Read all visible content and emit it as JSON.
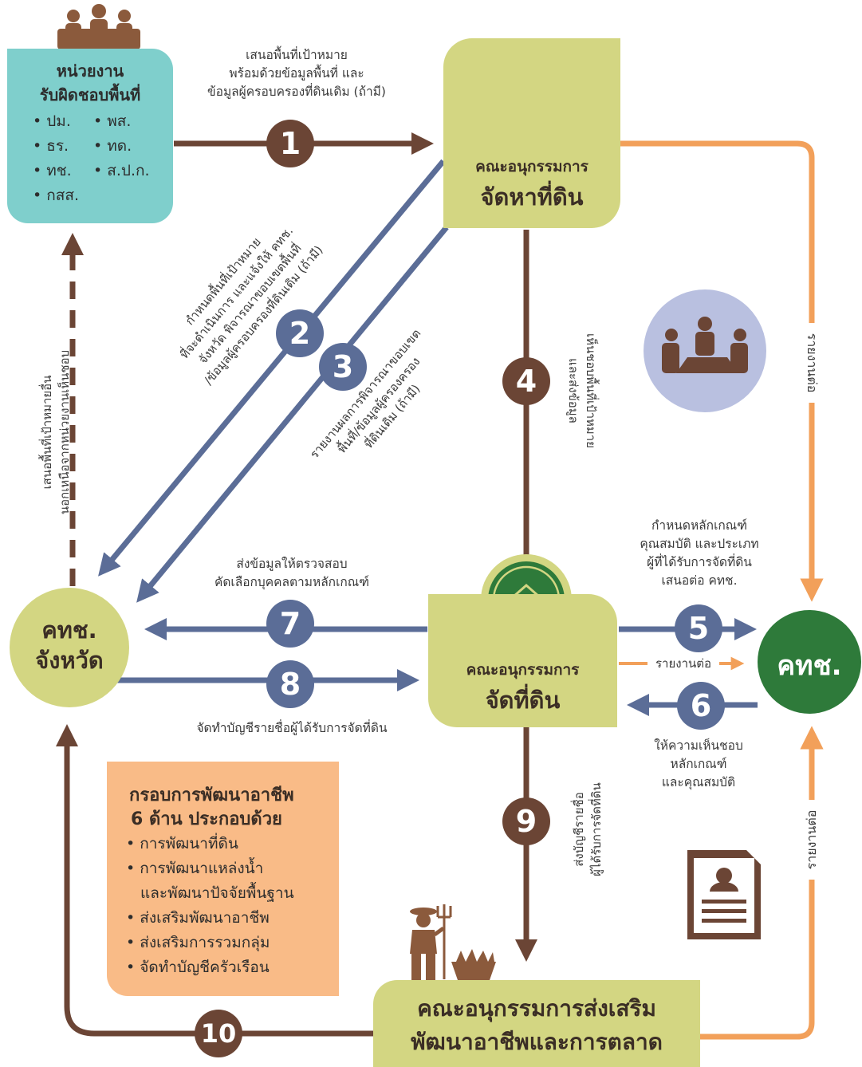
{
  "nodes": {
    "agencies": {
      "title_line1": "หน่วยงาน",
      "title_line2": "รับผิดชอบพื้นที่",
      "items": [
        "• ปม.",
        "• พส.",
        "• ธร.",
        "• ทด.",
        "• ทช.",
        "• ส.ป.ก.",
        "• กสส."
      ]
    },
    "land_finding": {
      "line1": "คณะอนุกรรมการ",
      "line2": "จัดหาที่ดิน"
    },
    "land_allocation": {
      "line1": "คณะอนุกรรมการ",
      "line2": "จัดที่ดิน"
    },
    "provincial": {
      "line1": "คทช.",
      "line2": "จังหวัด"
    },
    "national": {
      "label": "คทช."
    },
    "promotion": {
      "line1": "คณะอนุกรรมการส่งเสริม",
      "line2": "พัฒนาอาชีพและการตลาด"
    }
  },
  "steps": {
    "s1": {
      "number": "1",
      "label": [
        "เสนอพื้นที่เป้าหมาย",
        "พร้อมด้วยข้อมูลพื้นที่ และ",
        "ข้อมูลผู้ครอบครองที่ดินเดิม (ถ้ามี)"
      ]
    },
    "s2": {
      "number": "2",
      "label": [
        "กำหนดพื้นที่เป้าหมาย",
        "ที่จะดำเนินการ และแจ้งให้ คทช.",
        "จังหวัด พิจารณาขอบเขตพื้นที่",
        "/ข้อมูลผู้ครอบครองที่ดินเดิม (ถ้ามี)"
      ]
    },
    "s3": {
      "number": "3",
      "label": [
        "รายงานผลการพิจารณาขอบเขต",
        "พื้นที่/ข้อมูลผู้ครองครอง",
        "ที่ดินเดิม (ถ้ามี)"
      ]
    },
    "s4": {
      "number": "4",
      "label": [
        "เห็นชอบพื้นที่เป้าหมาย",
        "และส่งข้อมูล"
      ]
    },
    "s5": {
      "number": "5",
      "label": [
        "กำหนดหลักเกณฑ์",
        "คุณสมบัติ และประเภท",
        "ผู้ที่ได้รับการจัดที่ดิน",
        "เสนอต่อ คทช."
      ]
    },
    "s6": {
      "number": "6",
      "label": [
        "ให้ความเห็นชอบ",
        "หลักเกณฑ์",
        "และคุณสมบัติ"
      ]
    },
    "s7": {
      "number": "7",
      "label": [
        "ส่งข้อมูลให้ตรวจสอบ",
        "คัดเลือกบุคคลตามหลักเกณฑ์"
      ]
    },
    "s8": {
      "number": "8",
      "label": [
        "จัดทำบัญชีรายชื่อผู้ได้รับการจัดที่ดิน"
      ]
    },
    "s9": {
      "number": "9",
      "label": [
        "ส่งบัญชีรายชื่อ",
        "ผู้ได้รับการจัดที่ดิน"
      ]
    },
    "s10": {
      "number": "10"
    },
    "dashed": {
      "label": [
        "เสนอพื้นที่เป้าหมายอื่น",
        "นอกเหนือจากหน่วยงานเห็นชอบ"
      ]
    },
    "report_mid": "รายงานต่อ",
    "report_top": "รายงานต่อ",
    "report_bottom": "รายงานต่อ"
  },
  "framework": {
    "title1": "กรอบการพัฒนาอาชีพ",
    "title2": "6 ด้าน ประกอบด้วย",
    "items": [
      "• การพัฒนาที่ดิน",
      "• การพัฒนาแหล่งน้ำ",
      "  และพัฒนาปัจจัยพื้นฐาน",
      "• ส่งเสริมพัฒนาอาชีพ",
      "• ส่งเสริมการรวมกลุ่ม",
      "• จัดทำบัญชีครัวเรือน"
    ]
  },
  "colors": {
    "brown": "#6b4535",
    "blue": "#5b6d97",
    "orange": "#f2a05a",
    "teal": "#7fcfcc",
    "lime": "#d3d682",
    "darkgreen": "#2e7a3a",
    "meeting_circle": "#b9c0e0",
    "framework_bg": "#f9bb87"
  },
  "icons": [
    "people-group-icon",
    "land-map-pin-icon",
    "land-house-badge-icon",
    "meeting-icon",
    "document-person-icon",
    "farmer-icon",
    "crop-basket-icon"
  ]
}
